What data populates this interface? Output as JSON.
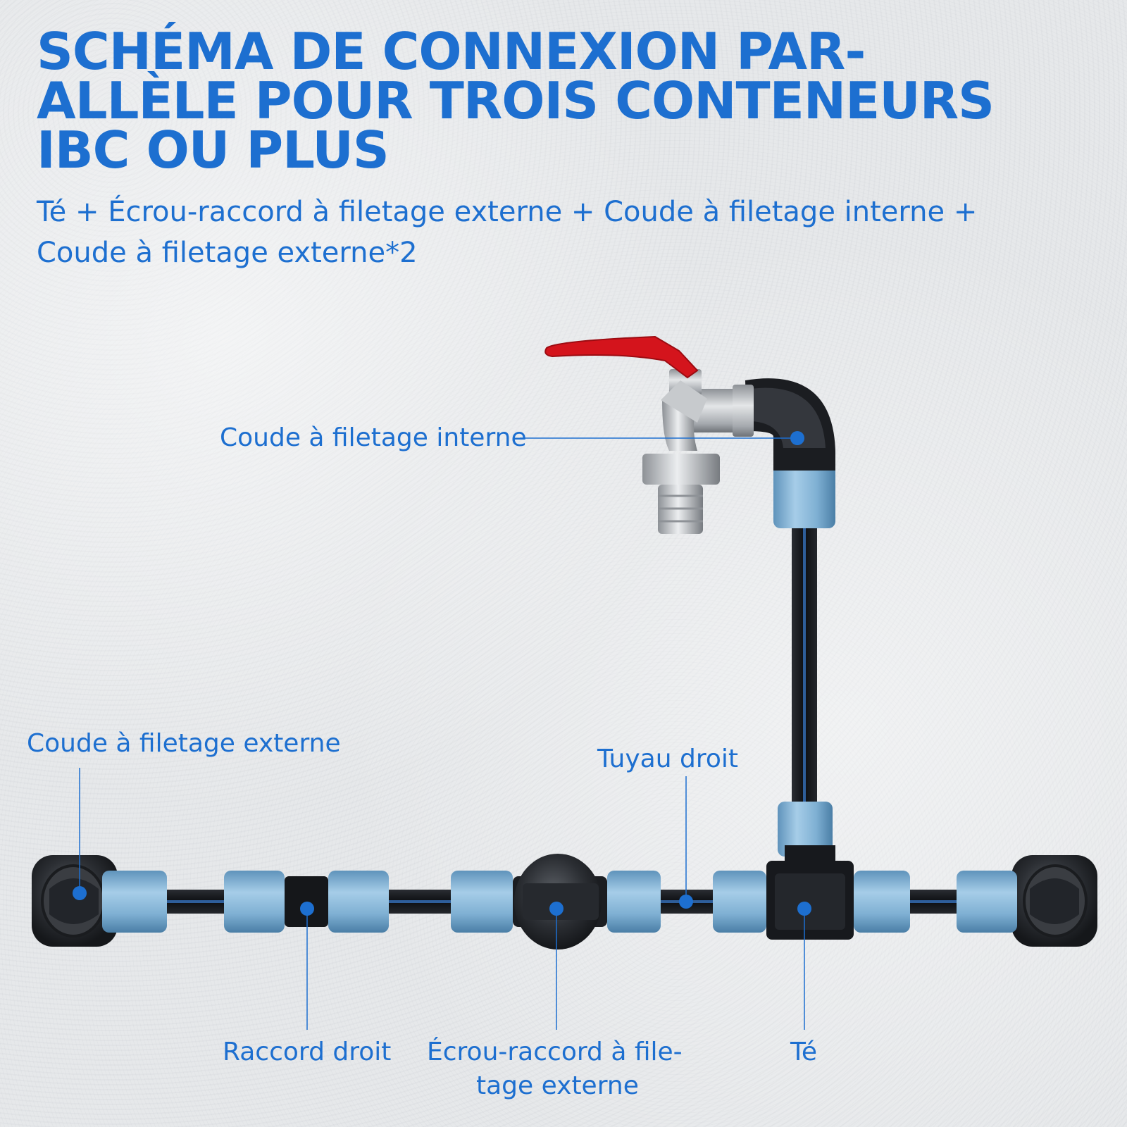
{
  "title": {
    "line1": "SCHÉMA DE CONNEXION PAR-",
    "line2": "ALLÈLE POUR TROIS CONTENEURS",
    "line3": "IBC OU PLUS"
  },
  "subtitle": {
    "line1": "Té + Écrou-raccord à filetage externe + Coude à filetage interne +",
    "line2": "Coude à filetage externe*2"
  },
  "labels": {
    "coude_interne": "Coude à filetage interne",
    "coude_externe": "Coude à filetage externe",
    "tuyau_droit": "Tuyau droit",
    "raccord_droit": "Raccord droit",
    "ecrou_line1": "Écrou-raccord à file-",
    "ecrou_line2": "tage externe",
    "te": "Té"
  },
  "colors": {
    "accent": "#1d6fd0",
    "fitting_blue": "#7fb0d3",
    "pipe_black": "#16181c",
    "handle_red": "#d4141c",
    "brass_silver": "#b9bcc0"
  }
}
